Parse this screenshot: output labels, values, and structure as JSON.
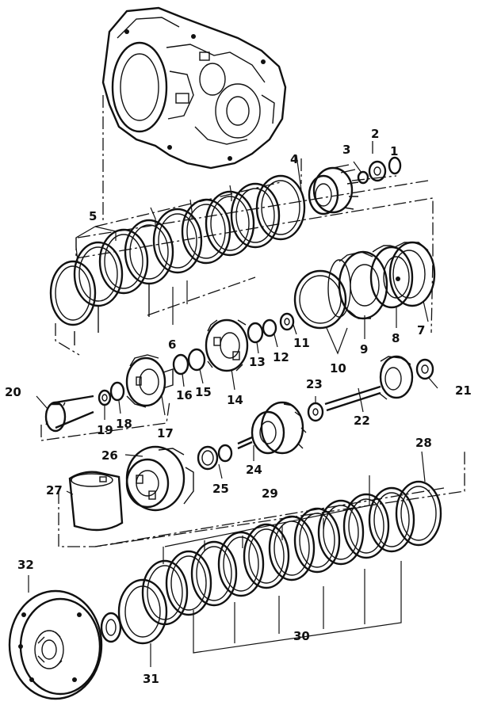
{
  "diagram": {
    "callouts": [
      {
        "id": "1",
        "text": "1"
      },
      {
        "id": "2",
        "text": "2"
      },
      {
        "id": "3",
        "text": "3"
      },
      {
        "id": "4",
        "text": "4"
      },
      {
        "id": "5",
        "text": "5"
      },
      {
        "id": "6",
        "text": "6"
      },
      {
        "id": "7",
        "text": "7"
      },
      {
        "id": "8",
        "text": "8"
      },
      {
        "id": "9",
        "text": "9"
      },
      {
        "id": "10",
        "text": "10"
      },
      {
        "id": "11",
        "text": "11"
      },
      {
        "id": "12",
        "text": "12"
      },
      {
        "id": "13",
        "text": "13"
      },
      {
        "id": "14",
        "text": "14"
      },
      {
        "id": "15",
        "text": "15"
      },
      {
        "id": "16",
        "text": "16"
      },
      {
        "id": "17",
        "text": "17"
      },
      {
        "id": "18",
        "text": "18"
      },
      {
        "id": "19",
        "text": "19"
      },
      {
        "id": "20",
        "text": "20"
      },
      {
        "id": "21",
        "text": "21"
      },
      {
        "id": "22",
        "text": "22"
      },
      {
        "id": "23",
        "text": "23"
      },
      {
        "id": "24",
        "text": "24"
      },
      {
        "id": "25",
        "text": "25"
      },
      {
        "id": "26",
        "text": "26"
      },
      {
        "id": "27",
        "text": "27"
      },
      {
        "id": "28",
        "text": "28"
      },
      {
        "id": "29",
        "text": "29"
      },
      {
        "id": "30",
        "text": "30"
      },
      {
        "id": "31",
        "text": "31"
      },
      {
        "id": "32",
        "text": "32"
      }
    ]
  }
}
